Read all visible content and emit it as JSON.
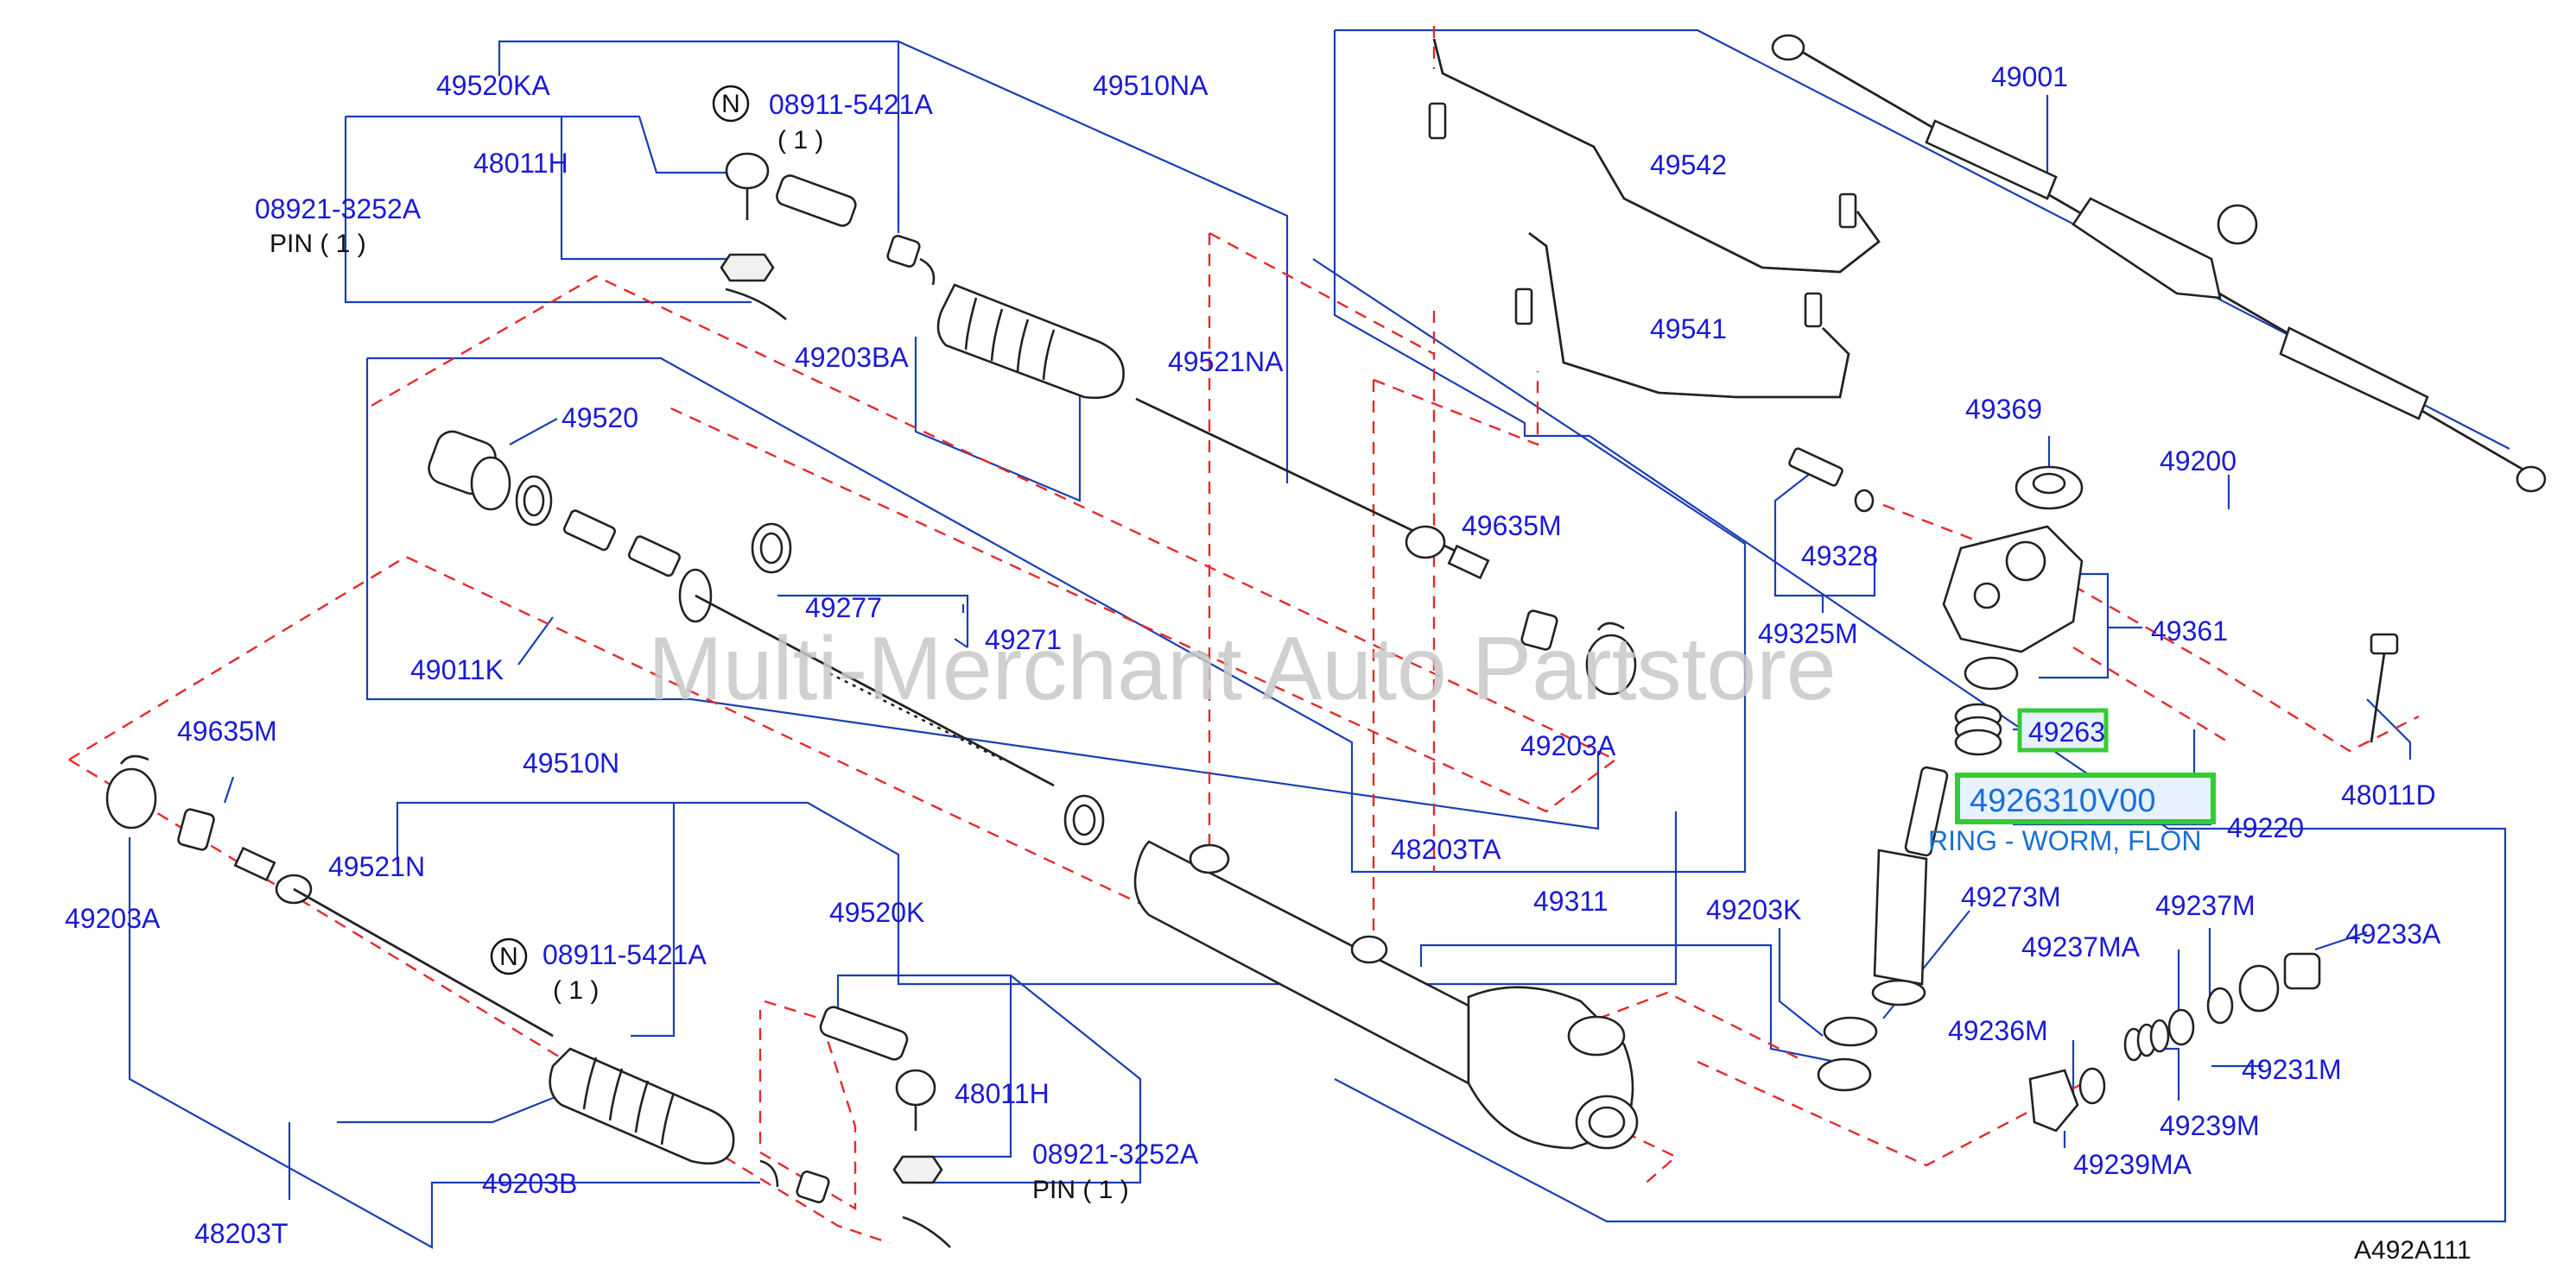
{
  "watermark": "Multi-Merchant Auto Partstore",
  "diagram_code": "A492A111",
  "labels": {
    "p49520KA": "49520KA",
    "p08911_5421A_top": "08911-5421A",
    "p08911_qty_top": "( 1 )",
    "p49510NA": "49510NA",
    "p48011H_top": "48011H",
    "p08921_3252A_top": "08921-3252A",
    "pin_top": "PIN ( 1 )",
    "p49203BA": "49203BA",
    "p49521NA": "49521NA",
    "p49520": "49520",
    "p49277": "49277",
    "p49271": "49271",
    "p49011K": "49011K",
    "p49635M_right": "49635M",
    "p49203A_right": "49203A",
    "p48203TA": "48203TA",
    "p49635M_left": "49635M",
    "p49203A_left": "49203A",
    "p49510N": "49510N",
    "p49521N": "49521N",
    "p08911_5421A_bot": "08911-5421A",
    "p08911_qty_bot": "( 1 )",
    "p49520K": "49520K",
    "p48011H_bot": "48011H",
    "p08921_3252A_bot": "08921-3252A",
    "pin_bot": "PIN ( 1 )",
    "p49203B": "49203B",
    "p48203T": "48203T",
    "p49542": "49542",
    "p49541": "49541",
    "p49001": "49001",
    "p49200": "49200",
    "p49369": "49369",
    "p49328": "49328",
    "p49325M": "49325M",
    "p49361": "49361",
    "p48011D": "48011D",
    "p49263": "49263",
    "p4926310V00": "4926310V00",
    "ring_desc": "RING - WORM, FLON",
    "p49220": "49220",
    "p49311": "49311",
    "p49203K": "49203K",
    "p49273M": "49273M",
    "p49237M": "49237M",
    "p49233A": "49233A",
    "p49237MA": "49237MA",
    "p49231M": "49231M",
    "p49236M": "49236M",
    "p49239M": "49239M",
    "p49239MA": "49239MA",
    "n_symbol": "N"
  },
  "colors": {
    "label_blue": "#1a1ad6",
    "leader_blue": "#1a3fb4",
    "dash_red": "#e52a2a",
    "highlight_green": "#33cc33",
    "highlight_fill": "#e6f2ff",
    "highlight_text": "#1a6fd6"
  }
}
